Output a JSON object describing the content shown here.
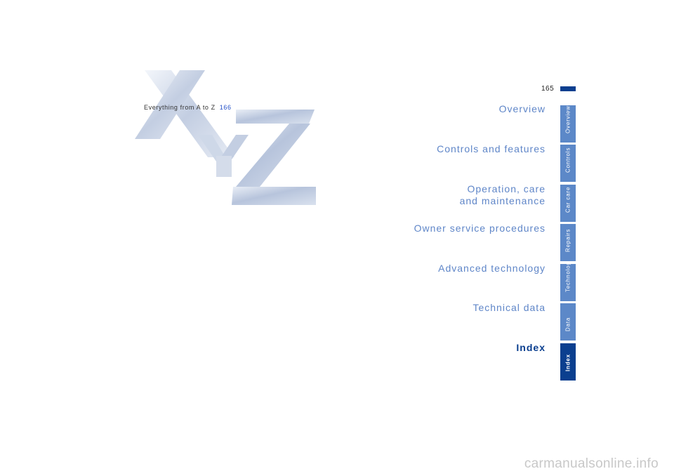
{
  "page": {
    "number": "165"
  },
  "toc": {
    "entry_label": "Everything from A to Z",
    "entry_page": "166"
  },
  "chapters": [
    {
      "title": "Overview"
    },
    {
      "title": "Controls and features"
    },
    {
      "title_line1": "Operation, care",
      "title_line2": "and maintenance"
    },
    {
      "title": "Owner service procedures"
    },
    {
      "title": "Advanced technology"
    },
    {
      "title": "Technical data"
    },
    {
      "title": "Index"
    }
  ],
  "tabs": [
    "Overview",
    "Controls",
    "Car care",
    "Repairs",
    "Technology",
    "Data",
    "Index"
  ],
  "watermark": "carmanualsonline.info",
  "colors": {
    "accent_dark": "#0b3f8f",
    "accent_light": "#5c88c8",
    "chapter_text": "#5f86c8",
    "link": "#2450c8"
  }
}
